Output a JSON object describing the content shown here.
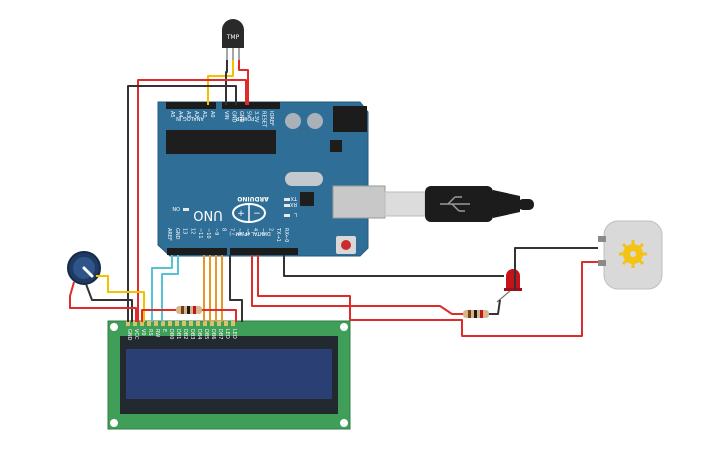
{
  "components": {
    "temperature_sensor": {
      "label": "TMP"
    },
    "arduino": {
      "brand": "ARDUINO",
      "model": "UNO",
      "header_power": "POWER",
      "header_analog": "ANALOG IN",
      "header_digital": "DIGITAL (PWM~)",
      "led_on": "ON",
      "led_tx": "TX",
      "led_rx": "RX",
      "led_l": "L",
      "analog_pins": [
        "A5",
        "A4",
        "A3",
        "A2",
        "A1",
        "A0"
      ],
      "power_pins": [
        "VIN",
        "GND",
        "GND",
        "5V",
        "3.3V",
        "RESET",
        "IOREF"
      ],
      "digital_pins": [
        "AREF",
        "GND",
        "13",
        "12",
        "~11",
        "~10",
        "~9",
        "8",
        "7",
        "~6",
        "~5",
        "4",
        "~3",
        "2",
        "TX→1",
        "RX←0"
      ]
    },
    "lcd_pins": [
      "GND",
      "VCC",
      "V0",
      "RS",
      "RW",
      "E",
      "DB0",
      "DB1",
      "DB2",
      "DB3",
      "DB4",
      "DB5",
      "DB6",
      "DB7",
      "LED",
      "LED"
    ]
  },
  "colors": {
    "arduino_board": "#2f6f97",
    "lcd_board": "#3f9f59",
    "lcd_screen": "#2a3f74",
    "wire_red": "#e02b2b",
    "wire_black": "#333333",
    "wire_yellow": "#f2c200",
    "wire_cyan": "#56c2d6",
    "wire_orange": "#e7962a",
    "led": "#c8121b",
    "motor_body": "#d9d9d9"
  }
}
